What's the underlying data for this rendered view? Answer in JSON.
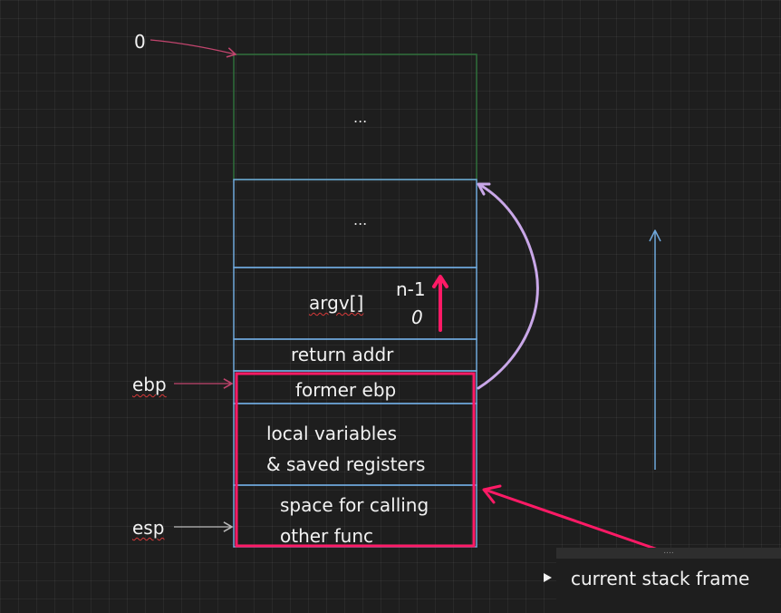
{
  "labels": {
    "zero": "0",
    "ebp": "ebp",
    "esp": "esp"
  },
  "stack": {
    "top_dots": "...",
    "mid_dots": "...",
    "argv": "argv[]",
    "argv_high_index": "n-1",
    "argv_low_index": "0",
    "return_addr": "return addr",
    "former_ebp": "former ebp",
    "locals_line1": "local variables",
    "locals_line2": "& saved registers",
    "space_line1": "space for calling",
    "space_line2": "other func"
  },
  "legend": {
    "handle": "....",
    "label": "current stack frame"
  },
  "colors": {
    "background": "#1e1e1e",
    "green_outline": "#2f6f3a",
    "blue_outline": "#6fa8dc",
    "frame_highlight": "#ff1a66",
    "purple_arrow": "#c9a7e8",
    "label_arrow": "#c2456e",
    "growth_arrow": "#6fa8dc"
  }
}
